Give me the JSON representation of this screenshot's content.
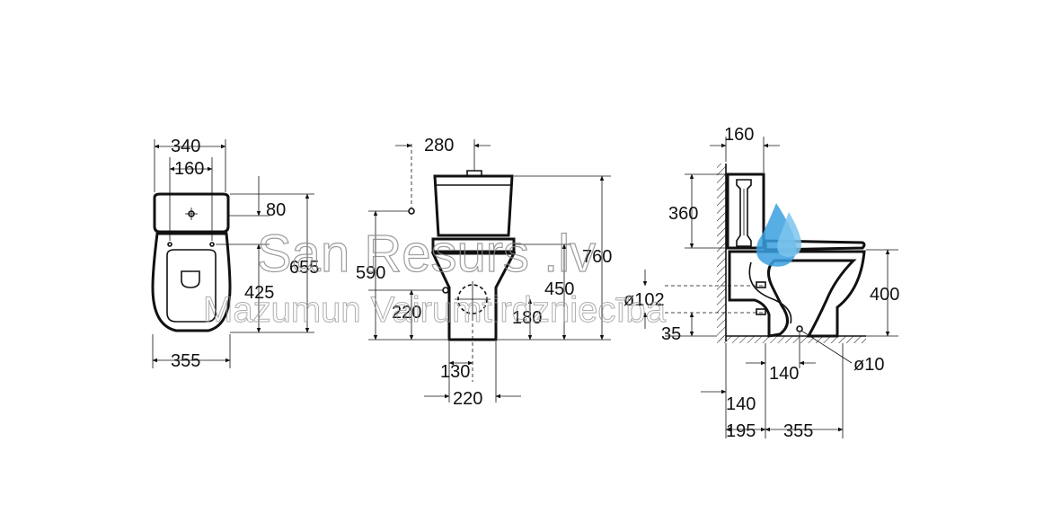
{
  "watermark": {
    "title": "San Resurs .lv",
    "subtitle": "Mazumun Vairumtirdzniecība",
    "drop_color": "#3aa0e0"
  },
  "top_view": {
    "width_top": "340",
    "width_inner": "160",
    "depth_80": "80",
    "height_425": "425",
    "height_655": "655",
    "width_bottom": "355"
  },
  "front_view": {
    "width_280": "280",
    "height_590": "590",
    "height_220": "220",
    "height_760": "760",
    "height_450": "450",
    "height_180": "180",
    "width_130": "130",
    "width_220": "220"
  },
  "side_view": {
    "width_160": "160",
    "height_360": "360",
    "height_400": "400",
    "diameter_102": "ø102",
    "height_35": "35",
    "width_140_a": "140",
    "diameter_10": "ø10",
    "width_140_b": "140",
    "width_195": "195",
    "width_355": "355"
  }
}
